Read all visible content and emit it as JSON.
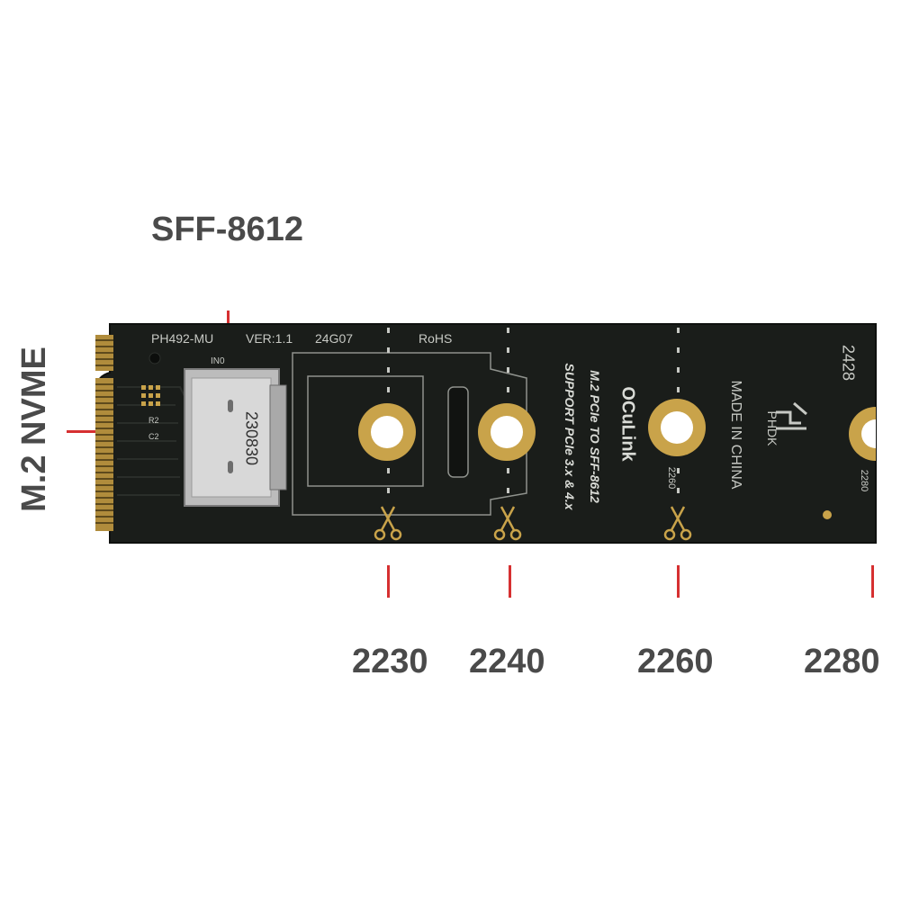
{
  "callouts": {
    "top_connector": "SFF-8612",
    "side_interface": "M.2 NVME",
    "lengths": [
      "2230",
      "2240",
      "2260",
      "2280"
    ]
  },
  "pcb": {
    "model": "PH492-MU",
    "version": "VER:1.1",
    "date_code": "24G07",
    "compliance": "RoHS",
    "connector_label": "IN0",
    "connector_serial": "230830",
    "product_name": "OCuLink",
    "description_1": "M.2 PCIe TO SFF-8612",
    "description_2": "SUPPORT PCIe 3.x & 4.x",
    "origin": "MADE IN CHINA",
    "brand": "PHDK",
    "mark_2260": "2260",
    "mark_2280": "2280",
    "corner_code": "2428",
    "components": [
      "R2",
      "C2"
    ]
  },
  "colors": {
    "pcb": "#1a1d1a",
    "gold": "#c9a34a",
    "silkscreen": "#c7c9c4",
    "callout_text": "#4a4a4a",
    "accent_red": "#d63031"
  }
}
